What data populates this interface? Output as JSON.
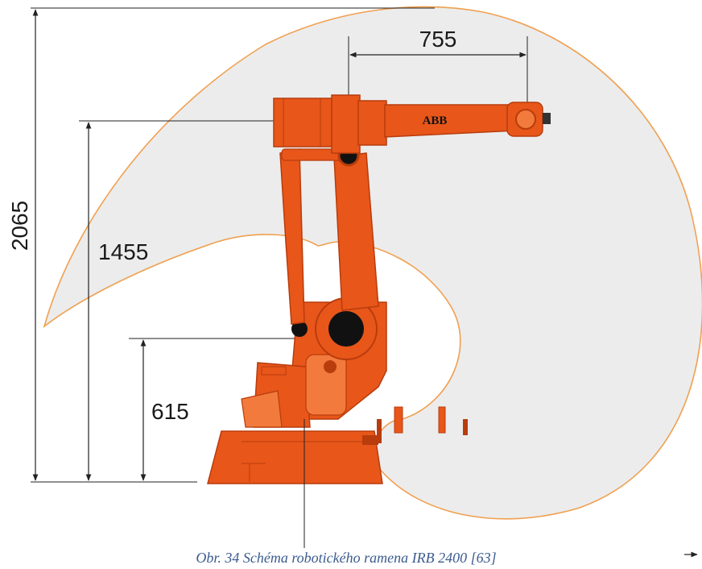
{
  "dimensions": {
    "reach": "755",
    "total_height": "2065",
    "arm_height": "1455",
    "base_height": "615"
  },
  "robot": {
    "logo": "ABB"
  },
  "caption": "Obr. 34 Schéma robotického ramena IRB 2400 [63]",
  "colors": {
    "robot": "#e8561a",
    "robot_dark": "#b83c0c",
    "robot_light": "#f27a3c",
    "workspace_fill": "#ececec",
    "workspace_stroke": "#f0a050",
    "dimension_line": "#222222",
    "caption": "#3b5b8f"
  }
}
